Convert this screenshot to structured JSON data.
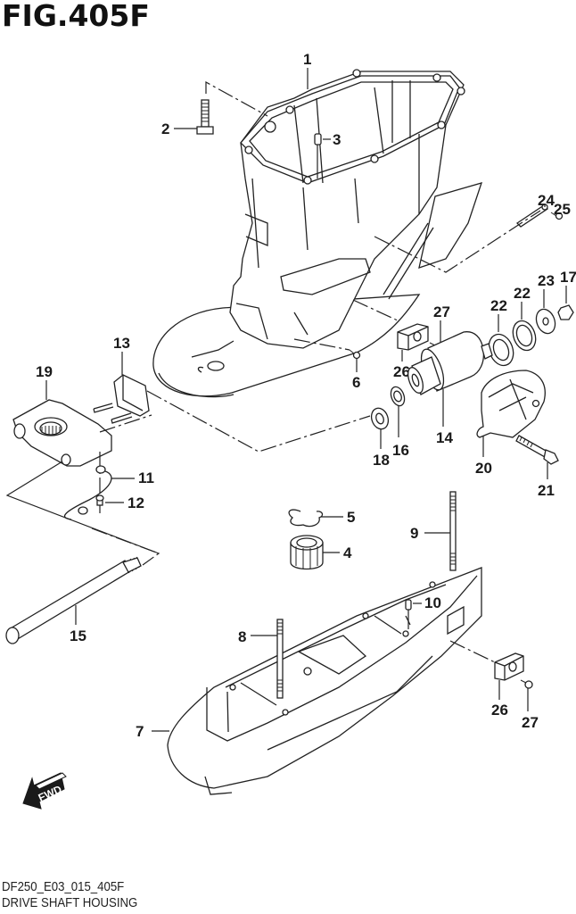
{
  "figure": {
    "title": "FIG.405F",
    "drawing_code": "DF250_E03_015_405F",
    "name": "DRIVE SHAFT HOUSING",
    "direction_marker": "FWD"
  },
  "callouts": [
    {
      "ref": "1",
      "part": "drive-shaft-housing"
    },
    {
      "ref": "2",
      "part": "bolt"
    },
    {
      "ref": "3",
      "part": "dowel-pin"
    },
    {
      "ref": "4",
      "part": "bushing"
    },
    {
      "ref": "5",
      "part": "clip"
    },
    {
      "ref": "6",
      "part": "screw"
    },
    {
      "ref": "7",
      "part": "lower-cover"
    },
    {
      "ref": "8",
      "part": "stud"
    },
    {
      "ref": "9",
      "part": "stud"
    },
    {
      "ref": "10",
      "part": "dowel-pin"
    },
    {
      "ref": "11",
      "part": "ground-wire"
    },
    {
      "ref": "12",
      "part": "screw"
    },
    {
      "ref": "13",
      "part": "rubber-mount"
    },
    {
      "ref": "14",
      "part": "lower-mount"
    },
    {
      "ref": "15",
      "part": "mount-bolt"
    },
    {
      "ref": "16",
      "part": "washer"
    },
    {
      "ref": "17",
      "part": "nut"
    },
    {
      "ref": "18",
      "part": "washer"
    },
    {
      "ref": "19",
      "part": "mount-bracket"
    },
    {
      "ref": "20",
      "part": "mount-cover"
    },
    {
      "ref": "21",
      "part": "bolt"
    },
    {
      "ref": "22",
      "part": "washer"
    },
    {
      "ref": "22",
      "part": "washer"
    },
    {
      "ref": "23",
      "part": "washer"
    },
    {
      "ref": "24",
      "part": "plate"
    },
    {
      "ref": "25",
      "part": "screw"
    },
    {
      "ref": "26",
      "part": "stopper"
    },
    {
      "ref": "27",
      "part": "screw"
    },
    {
      "ref": "26",
      "part": "stopper"
    },
    {
      "ref": "27",
      "part": "screw"
    }
  ]
}
